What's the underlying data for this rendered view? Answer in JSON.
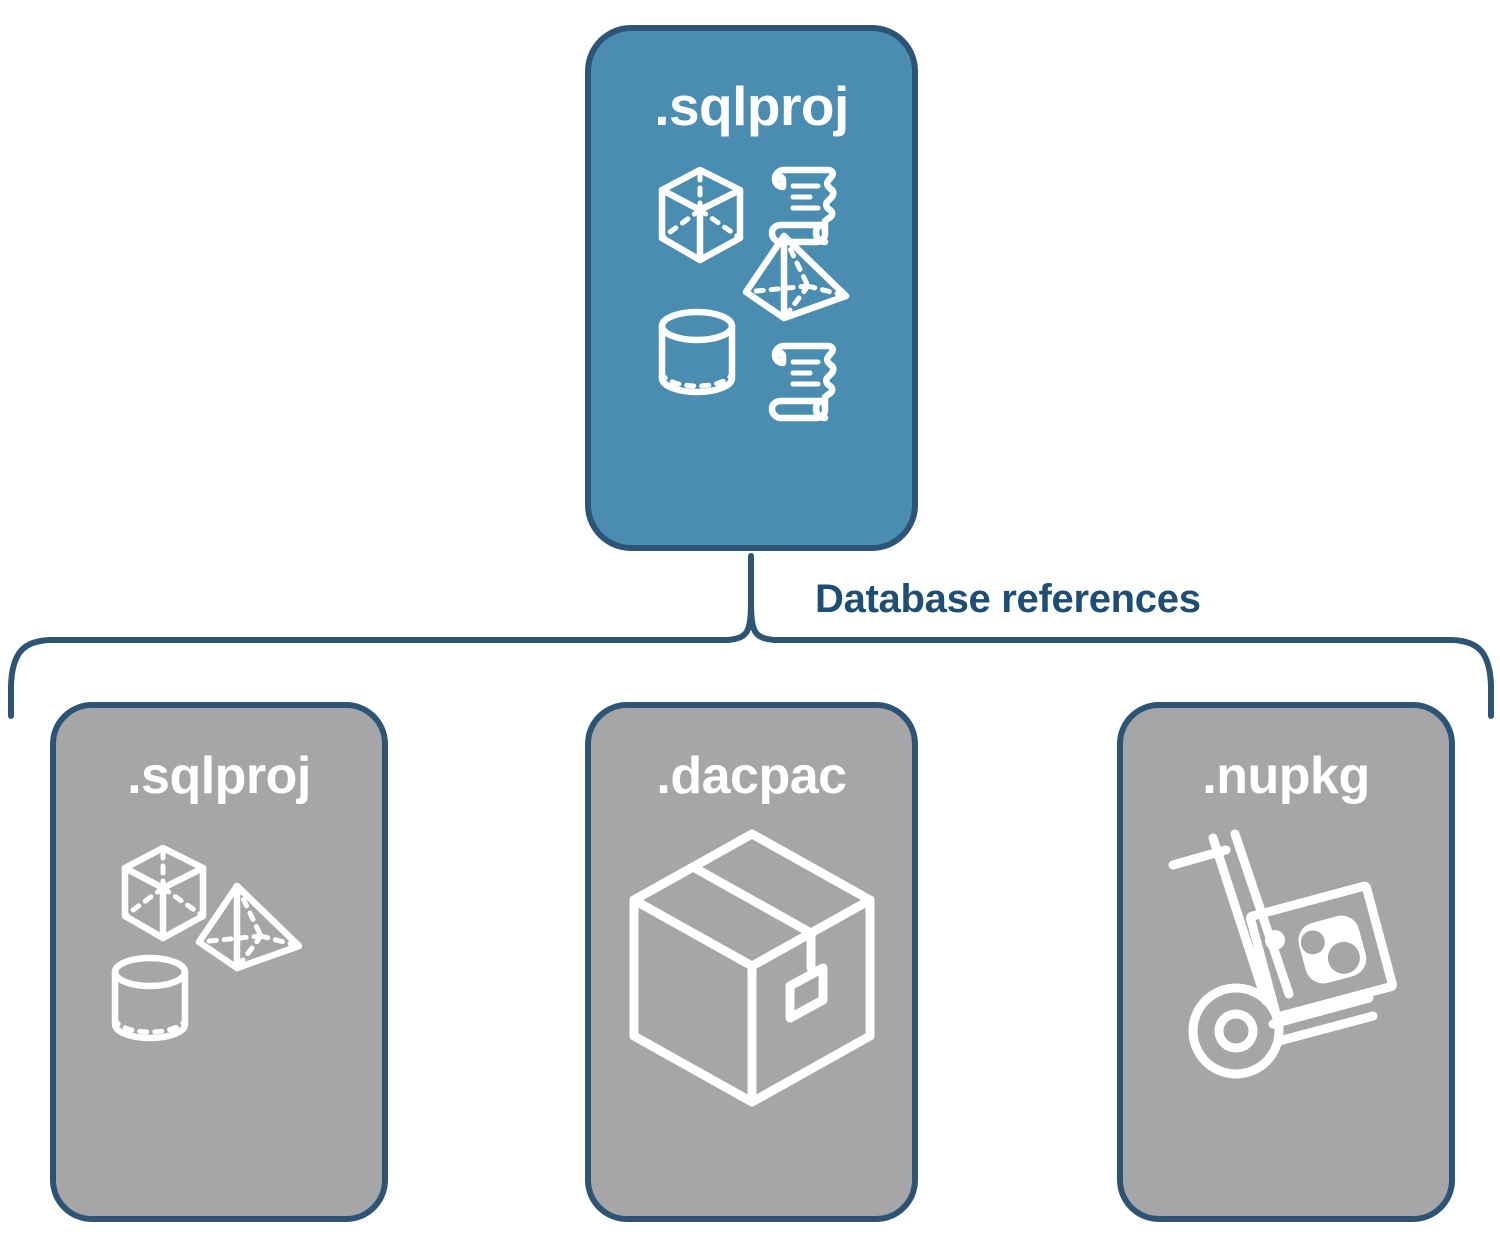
{
  "diagram": {
    "title_text": "Database references",
    "colors": {
      "primary_blue": "#4a8db0",
      "border_navy": "#2d5475",
      "label_navy": "#1f4e74",
      "node_gray": "#a6a6a8",
      "icon_white": "#ffffff",
      "background": "#ffffff"
    },
    "connector": {
      "type": "curly-brace",
      "label": "Database references",
      "source": ".sqlproj",
      "targets": [
        ".sqlproj",
        ".dacpac",
        ".nupkg"
      ]
    },
    "top_node": {
      "label": ".sqlproj",
      "fill": "#4a8db0",
      "icon_name": "database-objects-and-scripts-icon",
      "icon_parts": [
        "cube",
        "pyramid",
        "cylinder",
        "scroll",
        "scroll"
      ]
    },
    "bottom_nodes": [
      {
        "label": ".sqlproj",
        "fill": "#a6a6a8",
        "icon_name": "database-objects-icon",
        "icon_parts": [
          "cube",
          "pyramid",
          "cylinder"
        ]
      },
      {
        "label": ".dacpac",
        "fill": "#a6a6a8",
        "icon_name": "package-box-icon",
        "icon_parts": [
          "shipping-box"
        ]
      },
      {
        "label": ".nupkg",
        "fill": "#a6a6a8",
        "icon_name": "hand-truck-package-icon",
        "icon_parts": [
          "hand-truck",
          "nuget-package"
        ]
      }
    ]
  }
}
